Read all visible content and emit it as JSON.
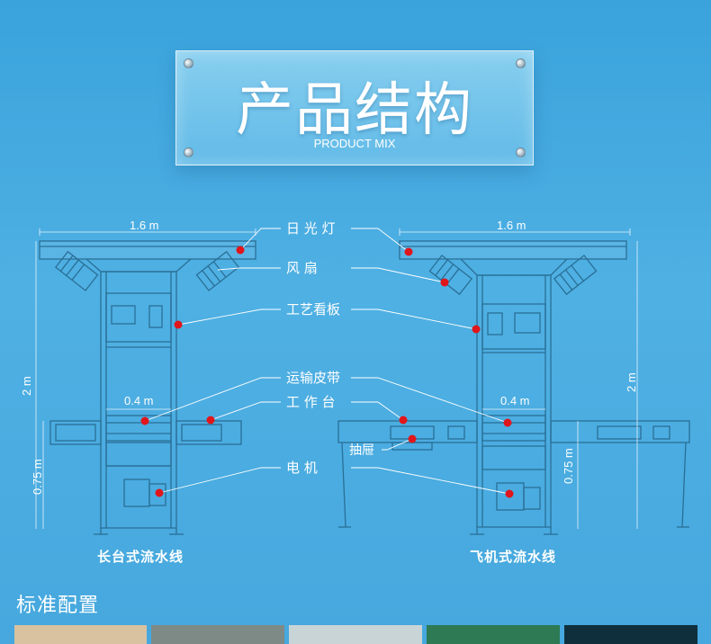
{
  "banner": {
    "title": "产品结构",
    "subtitle": "PRODUCT MIX"
  },
  "labels": {
    "fluorescent": "日 光 灯",
    "fan": "风       扇",
    "board": "工艺看板",
    "belt": "运输皮带",
    "bench": "工 作 台",
    "drawer": "抽屉",
    "motor": "电       机"
  },
  "dimensions": {
    "left_width": "1.6 m",
    "right_width": "1.6 m",
    "left_height": "2 m",
    "right_height": "2 m",
    "left_belt_width": "0.4 m",
    "right_belt_width": "0.4 m",
    "left_bench_height": "0.75 m",
    "right_bench_height": "0.75 m"
  },
  "captions": {
    "left": "长台式流水线",
    "right": "飞机式流水线"
  },
  "section": {
    "title": "标准配置"
  },
  "colors": {
    "background": "#46a8de",
    "line": "#2a6f96",
    "callout": "#ffffff",
    "marker": "#e0161b",
    "thumbs": [
      "#d9c2a0",
      "#7e8a86",
      "#c9d4d6",
      "#2d7a55",
      "#0f2f3c"
    ]
  },
  "icons": [
    "screw-icon",
    "red-marker-dot"
  ]
}
